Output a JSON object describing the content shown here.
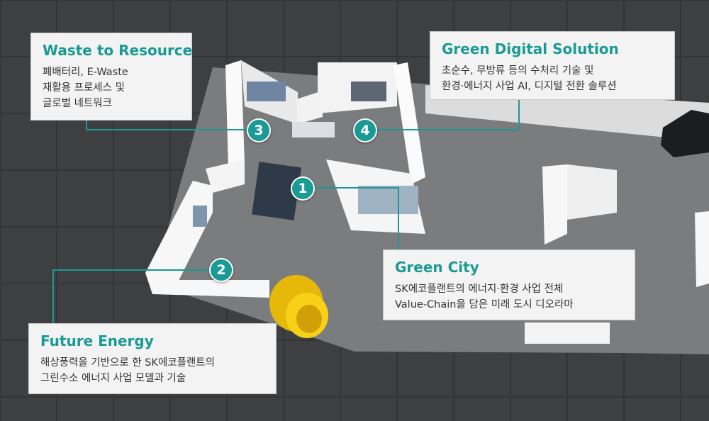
{
  "colors": {
    "accent": "#1a9a94",
    "callout_bg": "#f3f3f3",
    "leader_line": "#1a9a94",
    "floor": "#7b7c7e",
    "walls": "#f7f7f7"
  },
  "zones": [
    {
      "number": "1",
      "title": "Green City",
      "desc_lines": [
        "SK에코플랜트의 에너지·환경 사업 전체",
        "Value-Chain을 담은 미래 도시 디오라마"
      ]
    },
    {
      "number": "2",
      "title": "Future Energy",
      "desc_lines": [
        "해상풍력을 기반으로 한 SK에코플랜트의",
        "그린수소 에너지 사업 모델과 기술"
      ]
    },
    {
      "number": "3",
      "title": "Waste to Resource",
      "desc_lines": [
        "폐배터리, E-Waste",
        "재활용 프로세스 및",
        "글로벌 네트워크"
      ]
    },
    {
      "number": "4",
      "title": "Green Digital Solution",
      "desc_lines": [
        "초순수, 무방류 등의 수처리 기술 및",
        "환경·에너지 사업 AI, 디지털 전환 솔루션"
      ]
    }
  ]
}
